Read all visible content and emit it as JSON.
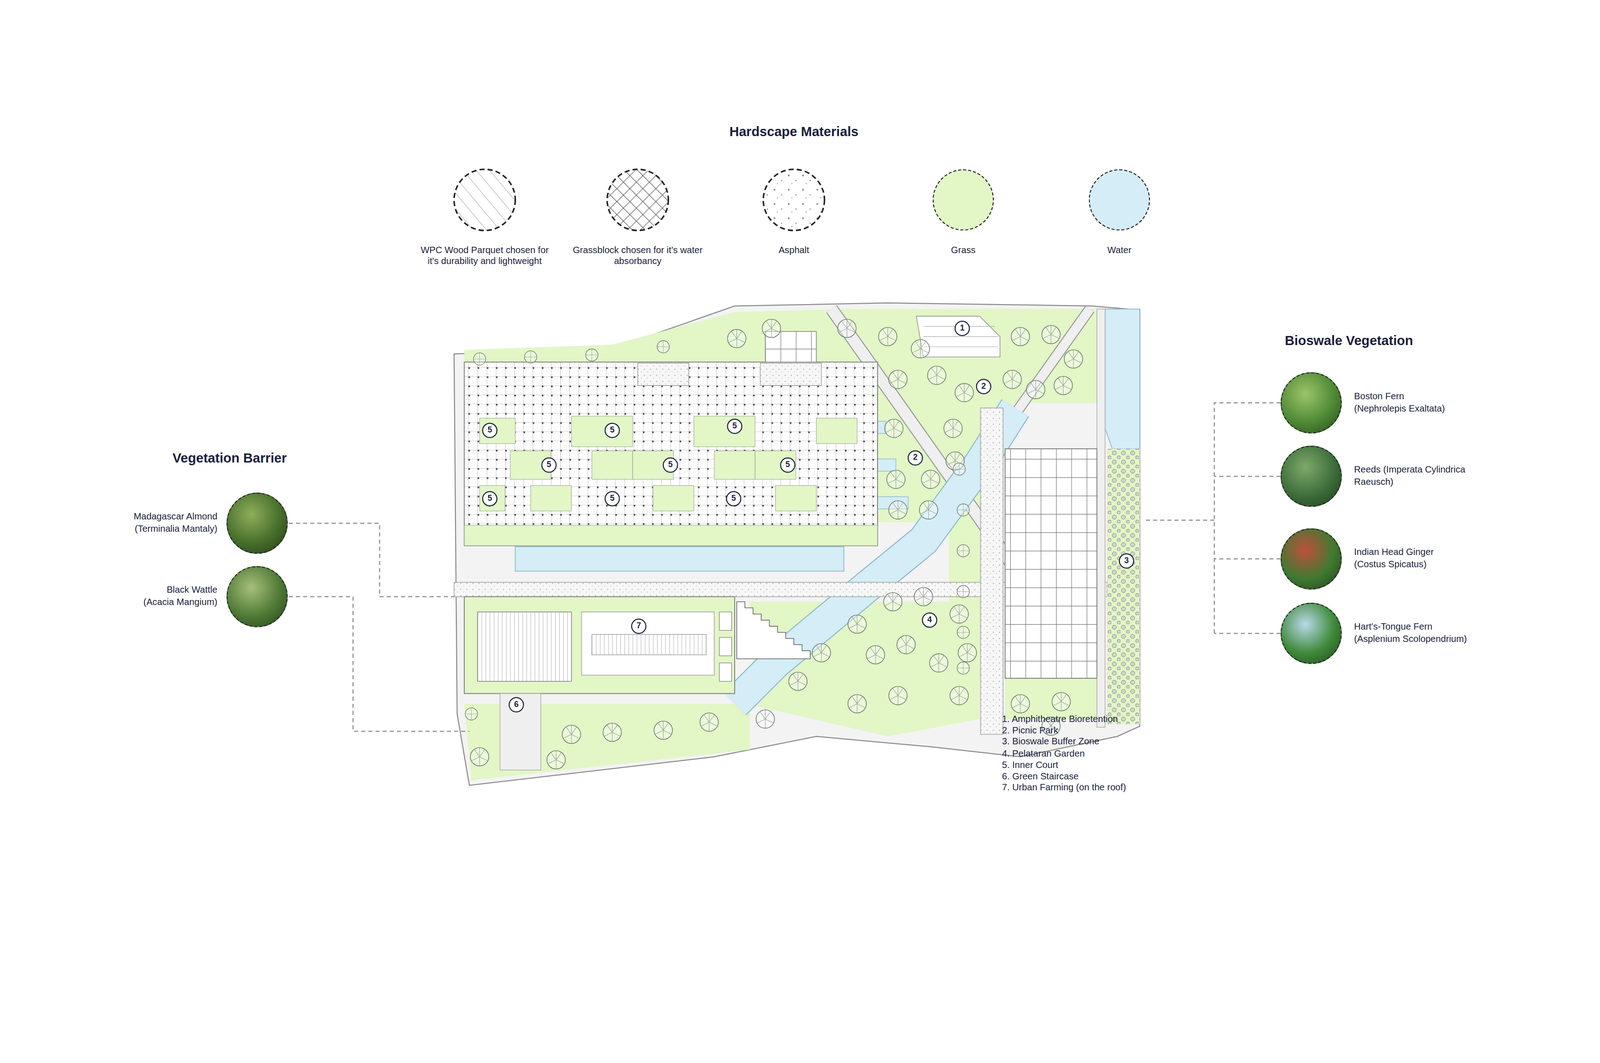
{
  "diagram": {
    "nodes": [
      {
        "text": [
          "Madagascar Almond (Terminalia Mantaly)"
        ]
      },
      {
        "text": [
          "Black Wattle (Acacia Mangium)"
        ]
      },
      {
        "text": [
          "Boston Fern (Nephrolepis Exaltata)"
        ]
      },
      {
        "text": [
          "Reeds (Imperata Cylindrica Raeusch)"
        ]
      },
      {
        "text": [
          "Indian Head Ginger (Costus Spicatus)"
        ]
      },
      {
        "text": [
          "Hart's-Tongue Fern (Asplenium Scolopendrium)"
        ]
      }
    ],
    "labels": [
      "Hardscape Materials",
      "Vegetation Barrier",
      "Bioswale Vegetation",
      "1",
      "2",
      "2",
      "3",
      "4",
      "5",
      "5",
      "5",
      "5",
      "5",
      "5",
      "5",
      "5",
      "5",
      "6",
      "7",
      "1. Amphitheatre Bioretention",
      "2. Picnic Park",
      "3. Bioswale Buffer Zone",
      "4. Pelataran Garden",
      "5. Inner Court",
      "6. Green Staircase",
      "7. Urban Farming (on the roof)"
    ],
    "legend": [
      {
        "text": "WPC Wood Parquet chosen for it's durability and lightweight"
      },
      {
        "text": "Grassblock chosen for it's water absorbancy"
      },
      {
        "text": "Asphalt"
      },
      {
        "text": "Grass",
        "color": "#e2f6c6"
      },
      {
        "text": "Water",
        "color": "#d4edf7"
      }
    ]
  }
}
